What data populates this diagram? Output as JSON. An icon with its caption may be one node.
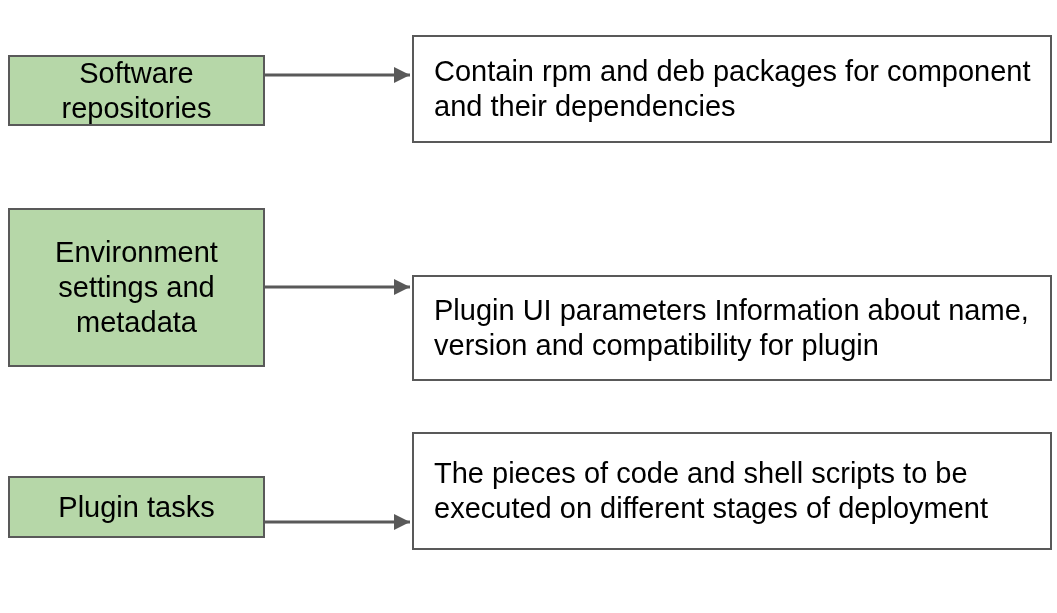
{
  "diagram": {
    "nodes": [
      {
        "text": [
          "Software repositories"
        ]
      },
      {
        "text": [
          "Contain rpm and deb packages for component and their dependencies"
        ]
      },
      {
        "text": [
          "Environment settings and metadata"
        ]
      },
      {
        "text": [
          "Plugin UI parameters Information about name, version and compatibility for plugin"
        ]
      },
      {
        "text": [
          "Plugin tasks"
        ]
      },
      {
        "text": [
          "The pieces of code and shell scripts to be executed on different stages of deployment"
        ]
      }
    ],
    "edges": [
      {
        "from": 0,
        "to": 1,
        "arrow": "to"
      },
      {
        "from": 2,
        "to": 3,
        "arrow": "to"
      },
      {
        "from": 4,
        "to": 5,
        "arrow": "to"
      }
    ]
  }
}
